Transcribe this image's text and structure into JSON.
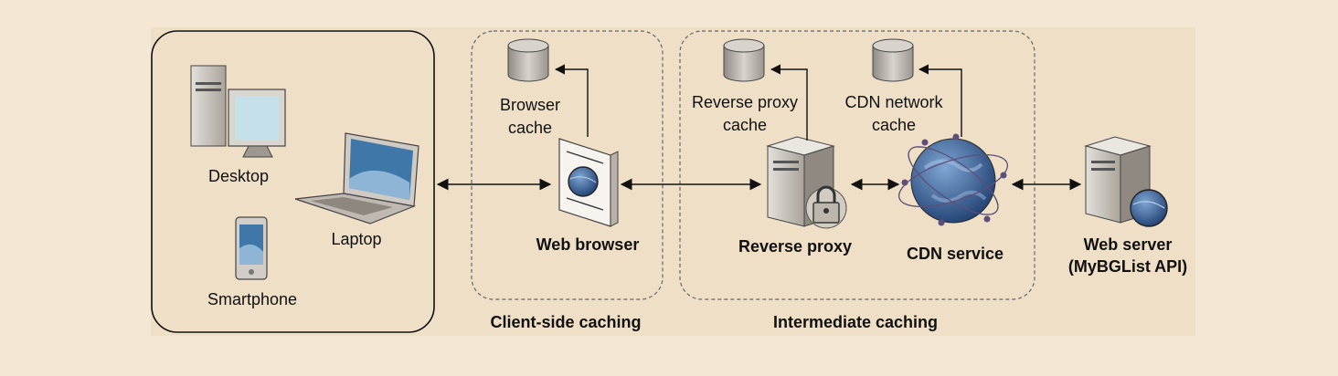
{
  "devices": {
    "desktop": "Desktop",
    "laptop": "Laptop",
    "smartphone": "Smartphone"
  },
  "client_side": {
    "cache_line1": "Browser",
    "cache_line2": "cache",
    "node": "Web browser",
    "group_label": "Client-side caching"
  },
  "intermediate": {
    "proxy_cache_line1": "Reverse proxy",
    "proxy_cache_line2": "cache",
    "cdn_cache_line1": "CDN network",
    "cdn_cache_line2": "cache",
    "proxy_node": "Reverse proxy",
    "cdn_node": "CDN service",
    "group_label": "Intermediate caching"
  },
  "server": {
    "line1": "Web server",
    "line2": "(MyBGList API)"
  },
  "colors": {
    "background": "#f4e7d3",
    "panel": "#eedfc6",
    "screen_blue": "#3f78a8",
    "server_gray": "#c9c4bd",
    "globe_blue": "#3d6aa0"
  }
}
